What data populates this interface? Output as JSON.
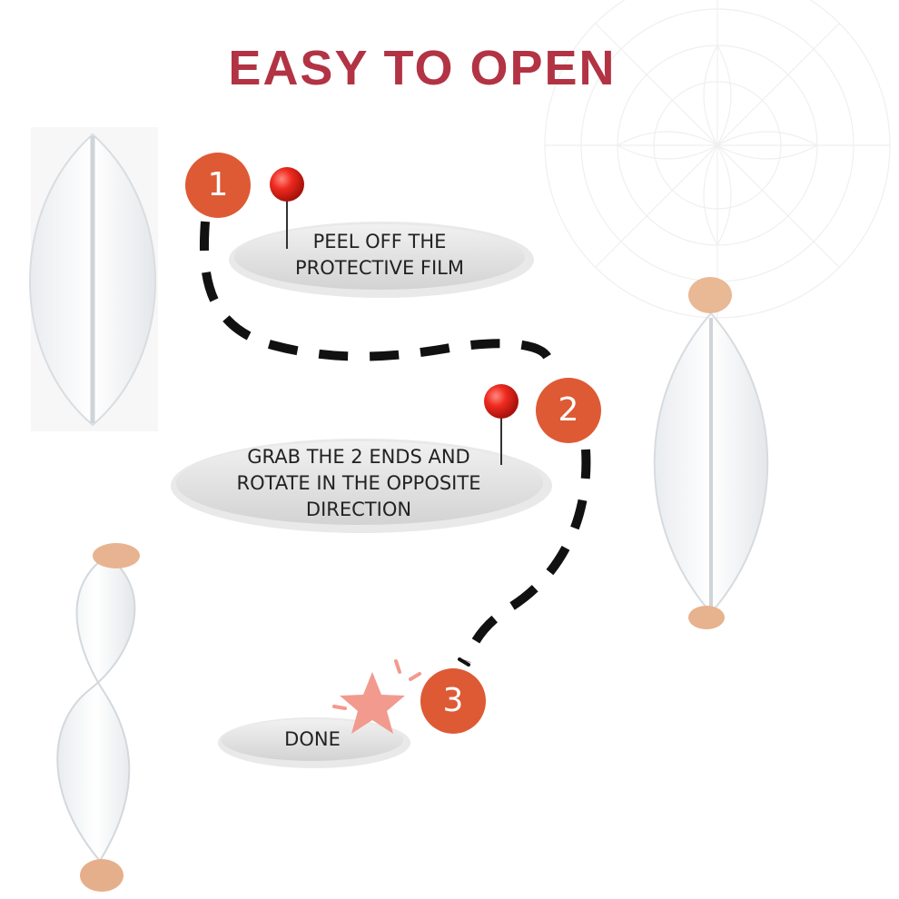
{
  "title": "EASY TO OPEN",
  "colors": {
    "title": "#b23344",
    "step_badge": "#dd5a35",
    "pin_head": "#e8261c",
    "pill": "#dcdcdc",
    "star": "#f29a8e",
    "dash": "#111111"
  },
  "steps": [
    {
      "number": "1",
      "lines": [
        "PEEL OFF THE",
        "PROTECTIVE FILM"
      ]
    },
    {
      "number": "2",
      "lines": [
        "GRAB THE 2 ENDS AND",
        "ROTATE IN THE OPPOSITE",
        "DIRECTION"
      ]
    },
    {
      "number": "3",
      "lines": [
        "DONE"
      ]
    }
  ],
  "icons": [
    "pin-icon",
    "star-icon",
    "mandala-pattern"
  ]
}
